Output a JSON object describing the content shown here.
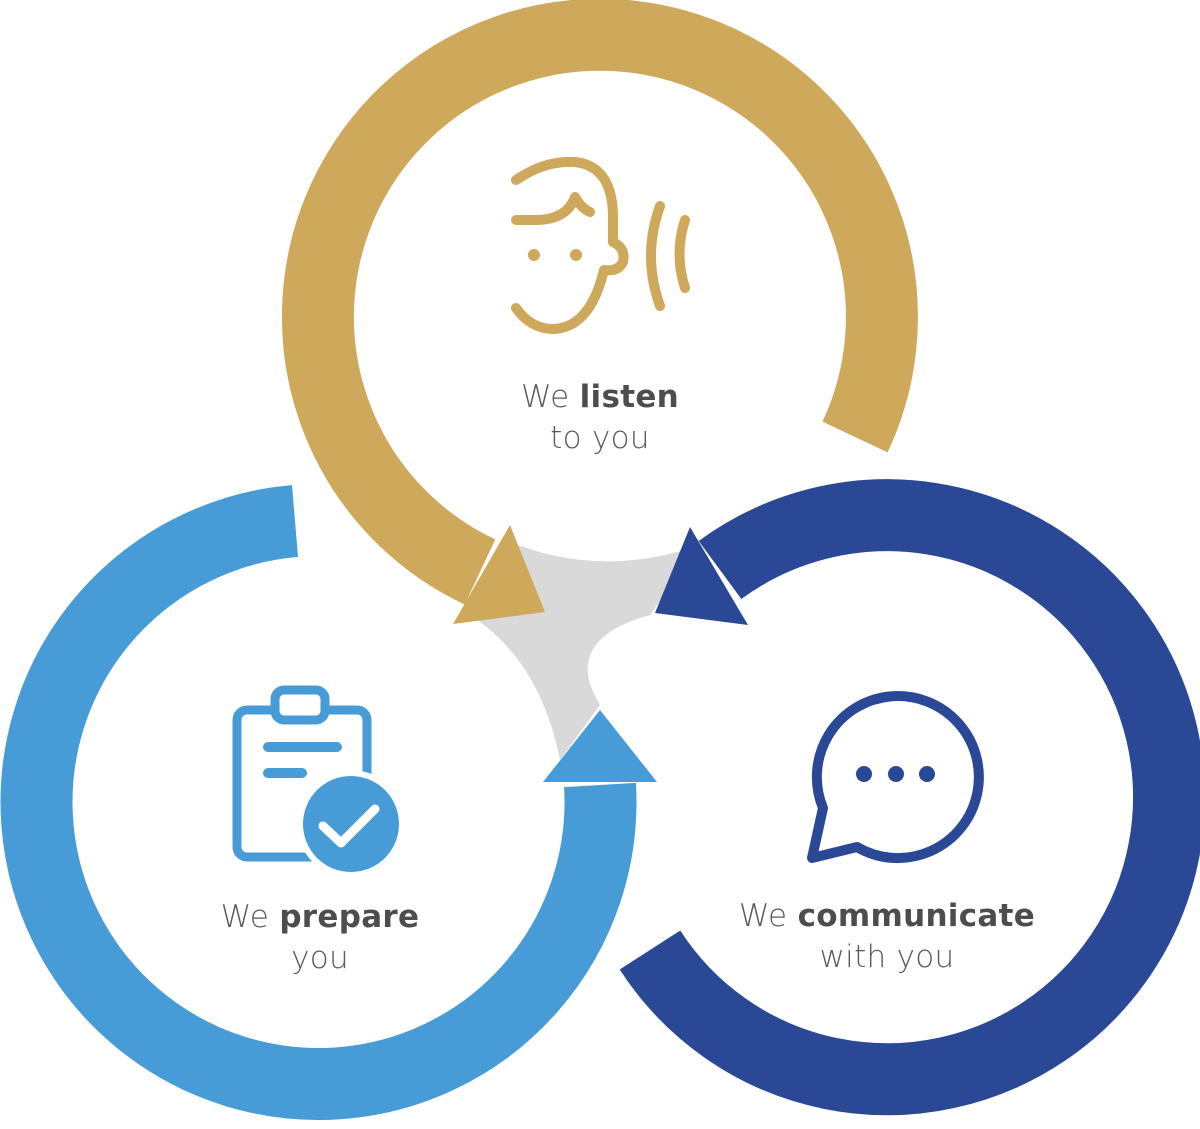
{
  "colors": {
    "gold": "#cea95c",
    "light_blue": "#479cd7",
    "dark_blue": "#2a4895",
    "center_gray": "#d9d9d9",
    "text": "#5a5a5a"
  },
  "cycles": [
    {
      "id": "listen",
      "icon": "listening-face-icon",
      "prefix": "We",
      "emphasis": "listen",
      "suffix": "to you"
    },
    {
      "id": "prepare",
      "icon": "clipboard-check-icon",
      "prefix": "We",
      "emphasis": "prepare",
      "suffix": "you"
    },
    {
      "id": "communicate",
      "icon": "chat-bubble-icon",
      "prefix": "We",
      "emphasis": "communicate",
      "suffix": "with you"
    }
  ]
}
